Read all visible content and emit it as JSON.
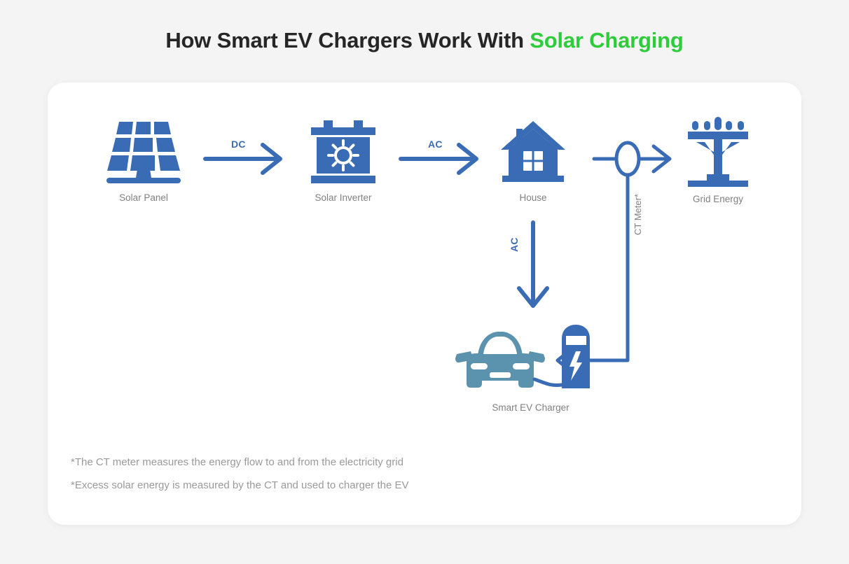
{
  "title": {
    "main": "How Smart EV Chargers Work With ",
    "accent": "Solar Charging"
  },
  "colors": {
    "blue": "#3a6cb5",
    "green": "#2ecc3a",
    "car": "#5b92ad",
    "label_gray": "#808080",
    "footnote_gray": "#9a9a9a",
    "background": "#f4f4f4",
    "card": "#ffffff",
    "title_dark": "#262626"
  },
  "nodes": [
    {
      "id": "solar-panel",
      "label": "Solar Panel",
      "icon": "solar-panel-icon"
    },
    {
      "id": "solar-inverter",
      "label": "Solar Inverter",
      "icon": "solar-inverter-icon"
    },
    {
      "id": "house",
      "label": "House",
      "icon": "house-icon"
    },
    {
      "id": "grid",
      "label": "Grid Energy",
      "icon": "grid-tower-icon"
    },
    {
      "id": "ev",
      "label": "Smart EV Charger",
      "icon": "ev-car-charger-icon"
    }
  ],
  "flows": [
    {
      "id": "dc",
      "label": "DC",
      "from": "solar-panel",
      "to": "solar-inverter",
      "direction": "right"
    },
    {
      "id": "ac1",
      "label": "AC",
      "from": "solar-inverter",
      "to": "house",
      "direction": "right"
    },
    {
      "id": "ac2",
      "label": "AC",
      "from": "house",
      "to": "ev",
      "direction": "down"
    },
    {
      "id": "ct",
      "label": "CT Meter*",
      "from": "house",
      "to": "grid",
      "direction": "right"
    },
    {
      "id": "back",
      "label": "",
      "from": "ct",
      "to": "ev",
      "direction": "left"
    }
  ],
  "footnotes": [
    "*The CT meter measures the energy flow to and from the electricity grid",
    "*Excess solar energy is measured by the CT and used to charger the EV"
  ]
}
